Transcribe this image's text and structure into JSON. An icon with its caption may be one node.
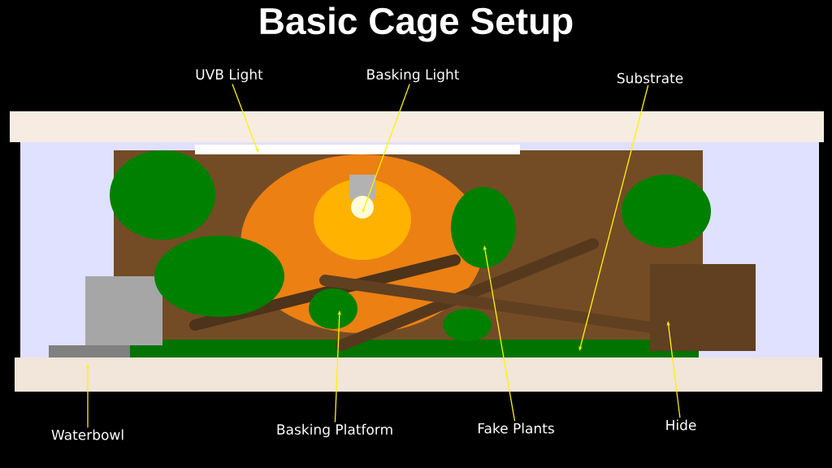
{
  "diagram": {
    "title": "Basic Cage Setup",
    "nodes": [
      {
        "text": [
          "UVB Light"
        ]
      },
      {
        "text": [
          "Basking Light"
        ]
      },
      {
        "text": [
          "Substrate"
        ]
      },
      {
        "text": [
          "Waterbowl"
        ]
      },
      {
        "text": [
          "Basking Platform"
        ]
      },
      {
        "text": [
          "Fake Plants"
        ]
      },
      {
        "text": [
          "Hide"
        ]
      }
    ],
    "edges": [
      {
        "from": 0,
        "to": null,
        "arrow": "to"
      },
      {
        "from": 1,
        "to": null,
        "arrow": "to"
      },
      {
        "from": 2,
        "to": null,
        "arrow": "to"
      },
      {
        "from": 3,
        "to": null,
        "arrow": "to"
      },
      {
        "from": 4,
        "to": null,
        "arrow": "to"
      },
      {
        "from": 5,
        "to": null,
        "arrow": "to"
      },
      {
        "from": 6,
        "to": null,
        "arrow": "to"
      }
    ]
  }
}
